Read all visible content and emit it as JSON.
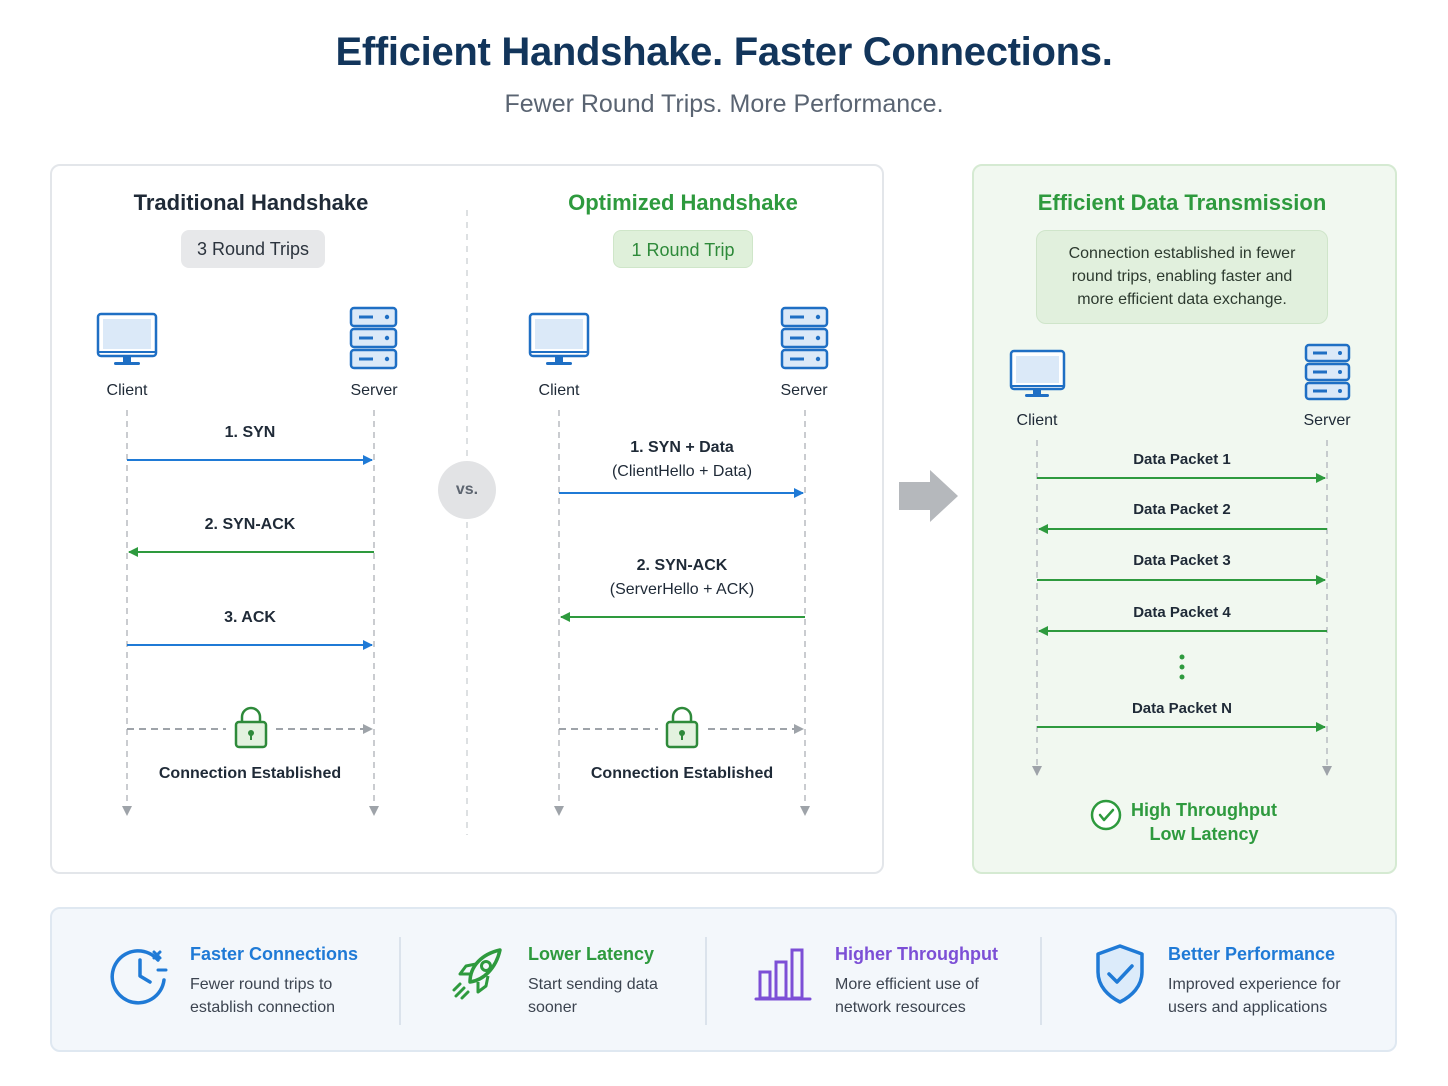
{
  "header": {
    "title": "Efficient Handshake. Faster Connections.",
    "subtitle": "Fewer Round Trips. More Performance."
  },
  "traditional": {
    "title": "Traditional Handshake",
    "badge": "3 Round Trips",
    "client_label": "Client",
    "server_label": "Server",
    "messages": [
      "1. SYN",
      "2. SYN-ACK",
      "3. ACK"
    ],
    "established": "Connection Established"
  },
  "vs_label": "vs.",
  "optimized": {
    "title": "Optimized Handshake",
    "badge": "1 Round Trip",
    "client_label": "Client",
    "server_label": "Server",
    "messages": [
      {
        "label": "1. SYN + Data",
        "detail": "(ClientHello + Data)"
      },
      {
        "label": "2. SYN-ACK",
        "detail": "(ServerHello + ACK)"
      }
    ],
    "established": "Connection Established"
  },
  "transmission": {
    "title": "Efficient Data Transmission",
    "info": "Connection established in fewer round trips, enabling faster and more efficient data exchange.",
    "client_label": "Client",
    "server_label": "Server",
    "packets": [
      "Data Packet 1",
      "Data Packet 2",
      "Data Packet 3",
      "Data Packet 4",
      "Data Packet N"
    ],
    "result_line1": "High Throughput",
    "result_line2": "Low Latency"
  },
  "benefits": [
    {
      "title": "Faster Connections",
      "desc": "Fewer round trips to establish connection",
      "icon": "clock-icon",
      "color": "#1f7ad6"
    },
    {
      "title": "Lower Latency",
      "desc": "Start sending data sooner",
      "icon": "rocket-icon",
      "color": "#2e9a3e"
    },
    {
      "title": "Higher Throughput",
      "desc": "More efficient use of network resources",
      "icon": "bar-chart-icon",
      "color": "#7c4fd6"
    },
    {
      "title": "Better Performance",
      "desc": "Improved experience for users and applications",
      "icon": "shield-check-icon",
      "color": "#1f7ad6"
    }
  ],
  "colors": {
    "navy": "#12355b",
    "blue": "#1f7ad6",
    "green": "#2e9a3e",
    "purple": "#7c4fd6",
    "gray_arrow": "#b5b8bc"
  }
}
